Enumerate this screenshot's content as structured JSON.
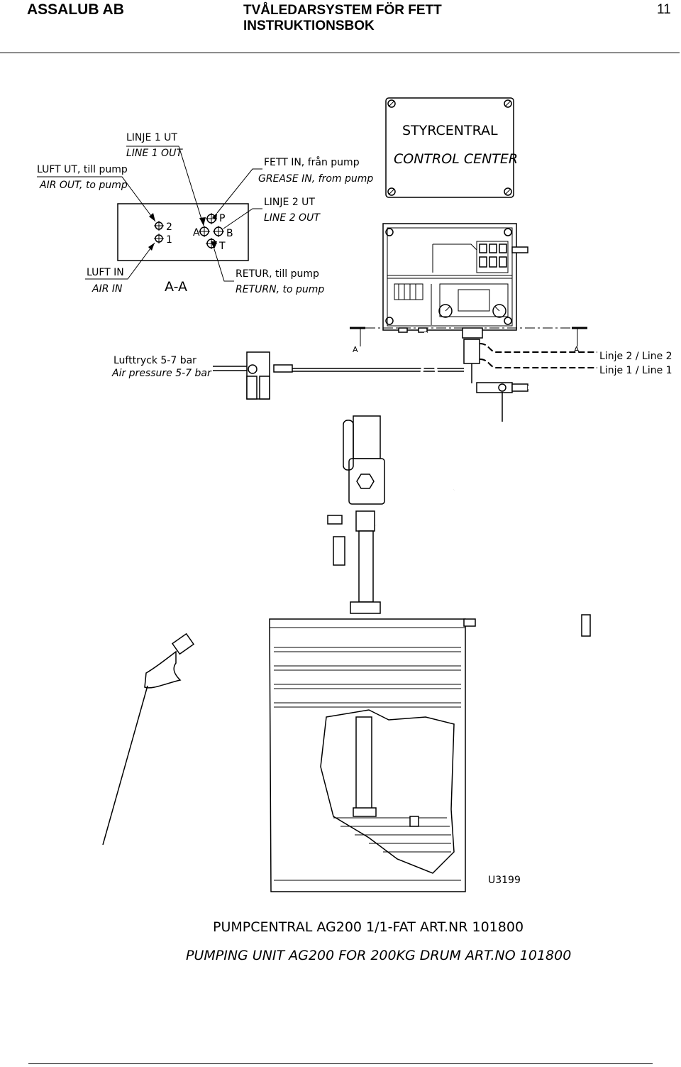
{
  "header": {
    "company": "ASSALUB AB",
    "title_line1": "TVÅLEDARSYSTEM FÖR FETT",
    "title_line2": "INSTRUKTIONSBOK",
    "page_number": "11"
  },
  "diagram": {
    "control_box": {
      "sv": "STYRCENTRAL",
      "en": "CONTROL CENTER"
    },
    "section": {
      "line1_sv": "LINJE 1 UT",
      "line1_en": "LINE 1 OUT",
      "air_out_sv": "LUFT UT, till pump",
      "air_out_en": "AIR OUT, to pump",
      "grease_in_sv": "FETT IN, från pump",
      "grease_in_en": "GREASE IN, from pump",
      "line2_sv": "LINJE 2 UT",
      "line2_en": "LINE 2 OUT",
      "air_in_sv": "LUFT IN",
      "air_in_en": "AIR IN",
      "return_sv": "RETUR, till pump",
      "return_en": "RETURN, to pump",
      "section_name": "A-A",
      "port_2": "2",
      "port_1": "1",
      "port_A": "A",
      "port_P": "P",
      "port_B": "B",
      "port_T": "T"
    },
    "section_mark_left": "A",
    "section_mark_right": "A",
    "air_pressure_sv": "Lufttryck 5-7 bar",
    "air_pressure_en": "Air pressure 5-7 bar",
    "line2_label": "Linje 2 / Line 2",
    "line1_label": "Linje 1 / Line 1",
    "drawing_number": "U3199"
  },
  "caption": {
    "sv": "PUMPCENTRAL AG200 1/1-FAT ART.NR 101800",
    "en": "PUMPING UNIT AG200 FOR 200KG DRUM ART.NO 101800"
  }
}
